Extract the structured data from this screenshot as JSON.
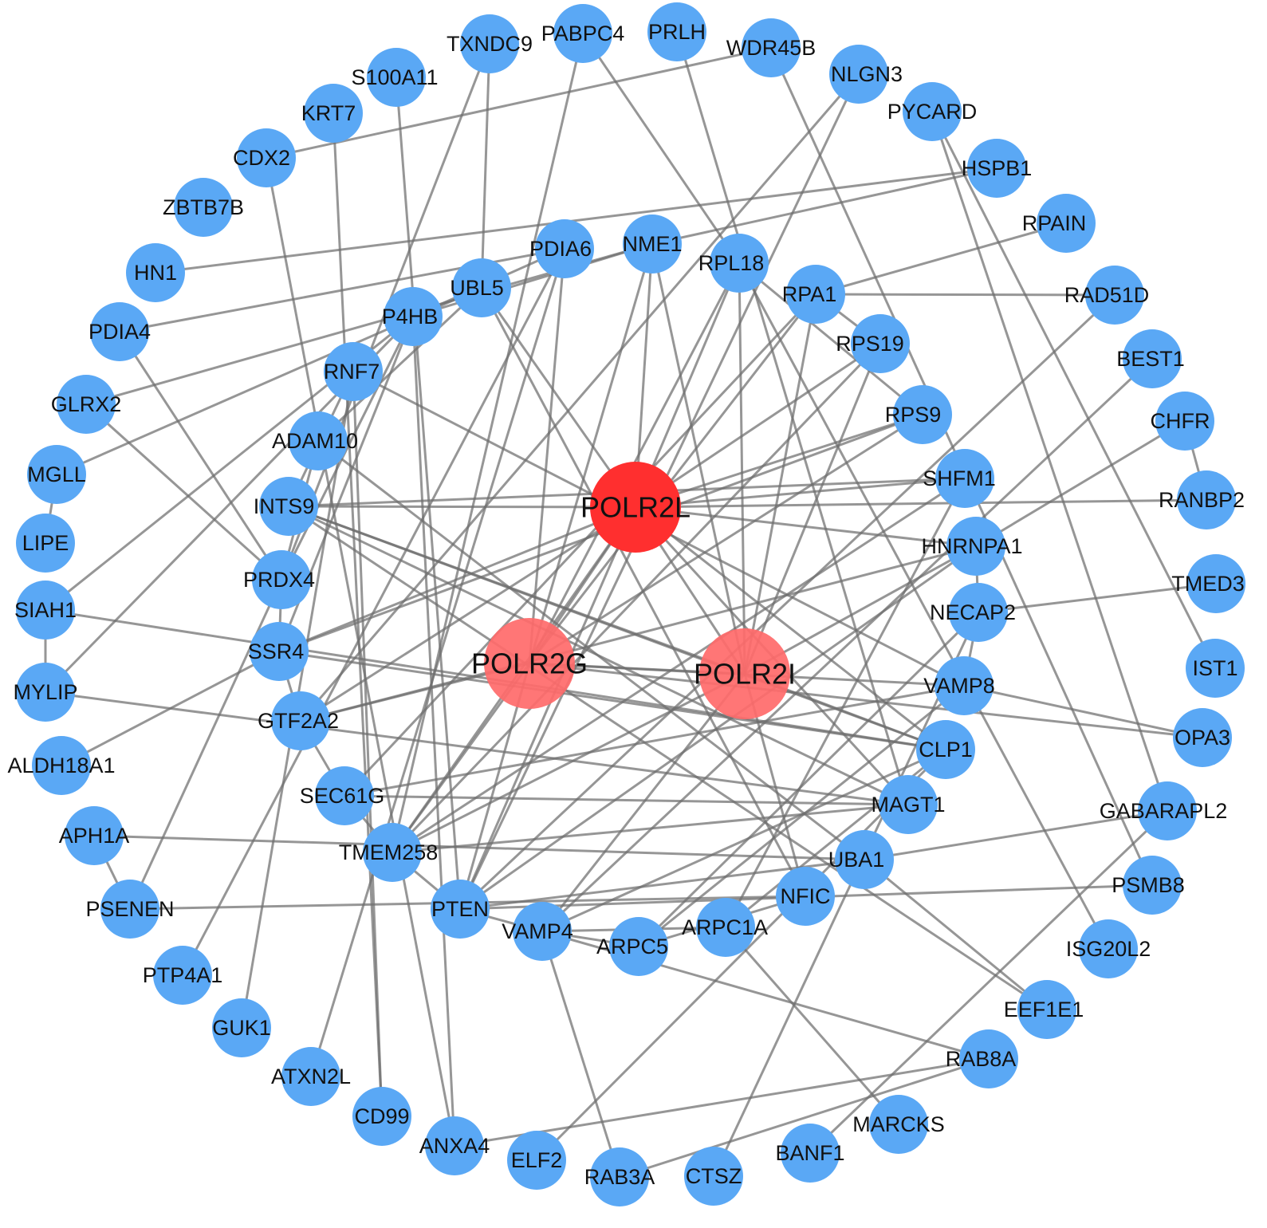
{
  "colors": {
    "hub": "#ff2f2f",
    "hub_light": "#ff6a6a",
    "node": "#5aa8f5",
    "edge": "#6e6e6e",
    "label": "#111111"
  },
  "hubs": [
    "POLR2L",
    "POLR2G",
    "POLR2I"
  ],
  "nodes": [
    "POLR2L",
    "POLR2G",
    "POLR2I",
    "TXNDC9",
    "PABPC4",
    "PRLH",
    "WDR45B",
    "NLGN3",
    "PYCARD",
    "HSPB1",
    "RPAIN",
    "RAD51D",
    "BEST1",
    "CHFR",
    "RANBP2",
    "TMED3",
    "IST1",
    "OPA3",
    "GABARAPL2",
    "PSMB8",
    "ISG20L2",
    "EEF1E1",
    "RAB8A",
    "MARCKS",
    "BANF1",
    "CTSZ",
    "RAB3A",
    "ELF2",
    "ANXA4",
    "CD99",
    "ATXN2L",
    "GUK1",
    "PTP4A1",
    "PSENEN",
    "APH1A",
    "ALDH18A1",
    "MYLIP",
    "SIAH1",
    "LIPE",
    "MGLL",
    "GLRX2",
    "PDIA4",
    "HN1",
    "ZBTB7B",
    "CDX2",
    "KRT7",
    "S100A11",
    "PDIA6",
    "NME1",
    "RPL18",
    "UBL5",
    "P4HB",
    "RPA1",
    "RPS19",
    "RNF7",
    "RPS9",
    "ADAM10",
    "SHFM1",
    "INTS9",
    "HNRNPA1",
    "PRDX4",
    "NECAP2",
    "SSR4",
    "VAMP8",
    "GTF2A2",
    "CLP1",
    "SEC61G",
    "MAGT1",
    "TMEM258",
    "UBA1",
    "NFIC",
    "PTEN",
    "ARPC1A",
    "VAMP4",
    "ARPC5"
  ],
  "edges": [
    [
      "POLR2L",
      "POLR2G"
    ],
    [
      "POLR2L",
      "POLR2I"
    ],
    [
      "POLR2G",
      "POLR2I"
    ],
    [
      "POLR2L",
      "NME1"
    ],
    [
      "POLR2L",
      "RPL18"
    ],
    [
      "POLR2L",
      "RPS9"
    ],
    [
      "POLR2L",
      "SHFM1"
    ],
    [
      "POLR2L",
      "INTS9"
    ],
    [
      "POLR2L",
      "HNRNPA1"
    ],
    [
      "POLR2L",
      "SSR4"
    ],
    [
      "POLR2L",
      "TMEM258"
    ],
    [
      "POLR2L",
      "CLP1"
    ],
    [
      "POLR2L",
      "PTEN"
    ],
    [
      "POLR2L",
      "RPS19"
    ],
    [
      "POLR2L",
      "GTF2A2"
    ],
    [
      "POLR2L",
      "MAGT1"
    ],
    [
      "POLR2L",
      "UBL5"
    ],
    [
      "POLR2G",
      "RPL18"
    ],
    [
      "POLR2G",
      "NME1"
    ],
    [
      "POLR2G",
      "RPA1"
    ],
    [
      "POLR2G",
      "RPS9"
    ],
    [
      "POLR2G",
      "PTEN"
    ],
    [
      "POLR2G",
      "GTF2A2"
    ],
    [
      "POLR2G",
      "VAMP8"
    ],
    [
      "POLR2G",
      "TMEM258"
    ],
    [
      "POLR2G",
      "PDIA6"
    ],
    [
      "POLR2I",
      "NME1"
    ],
    [
      "POLR2I",
      "RPL18"
    ],
    [
      "POLR2I",
      "RPA1"
    ],
    [
      "POLR2I",
      "RPS19"
    ],
    [
      "POLR2I",
      "CLP1"
    ],
    [
      "POLR2I",
      "VAMP4"
    ],
    [
      "POLR2I",
      "TMEM258"
    ],
    [
      "POLR2I",
      "INTS9"
    ],
    [
      "POLR2I",
      "HNRNPA1"
    ],
    [
      "POLR2I",
      "NFIC"
    ],
    [
      "TXNDC9",
      "UBL5"
    ],
    [
      "TXNDC9",
      "PRDX4"
    ],
    [
      "PABPC4",
      "RPL18"
    ],
    [
      "PABPC4",
      "TMEM258"
    ],
    [
      "PRLH",
      "MAGT1"
    ],
    [
      "WDR45B",
      "CDX2"
    ],
    [
      "NLGN3",
      "GTF2A2"
    ],
    [
      "NLGN3",
      "PTEN"
    ],
    [
      "PYCARD",
      "GABARAPL2"
    ],
    [
      "HSPB1",
      "HN1"
    ],
    [
      "HSPB1",
      "NME1"
    ],
    [
      "RPAIN",
      "RPA1"
    ],
    [
      "RAD51D",
      "RPA1"
    ],
    [
      "RAD51D",
      "PTEN"
    ],
    [
      "BEST1",
      "VAMP4"
    ],
    [
      "CHFR",
      "RANBP2"
    ],
    [
      "CHFR",
      "HNRNPA1"
    ],
    [
      "RANBP2",
      "POLR2L"
    ],
    [
      "TMED3",
      "NECAP2"
    ],
    [
      "IST1",
      "PYCARD"
    ],
    [
      "OPA3",
      "POLR2G"
    ],
    [
      "GABARAPL2",
      "UBA1"
    ],
    [
      "GABARAPL2",
      "BANF1"
    ],
    [
      "PSMB8",
      "PTEN"
    ],
    [
      "PSMB8",
      "WDR45B"
    ],
    [
      "ISG20L2",
      "RPL18"
    ],
    [
      "EEF1E1",
      "INTS9"
    ],
    [
      "RAB8A",
      "ANXA4"
    ],
    [
      "RAB8A",
      "RAB3A"
    ],
    [
      "RAB8A",
      "VAMP4"
    ],
    [
      "MARCKS",
      "ARPC1A"
    ],
    [
      "CTSZ",
      "NECAP2"
    ],
    [
      "RAB3A",
      "VAMP4"
    ],
    [
      "ELF2",
      "CLP1"
    ],
    [
      "ANXA4",
      "P4HB"
    ],
    [
      "CD99",
      "RNF7"
    ],
    [
      "ATXN2L",
      "PDIA6"
    ],
    [
      "GUK1",
      "RNF7"
    ],
    [
      "PTP4A1",
      "PDIA6"
    ],
    [
      "PSENEN",
      "NFIC"
    ],
    [
      "PSENEN",
      "PRDX4"
    ],
    [
      "APH1A",
      "PSENEN"
    ],
    [
      "APH1A",
      "UBA1"
    ],
    [
      "ALDH18A1",
      "SSR4"
    ],
    [
      "MYLIP",
      "SIAH1"
    ],
    [
      "MYLIP",
      "MAGT1"
    ],
    [
      "MYLIP",
      "P4HB"
    ],
    [
      "SIAH1",
      "CLP1"
    ],
    [
      "SIAH1",
      "P4HB"
    ],
    [
      "LIPE",
      "MGLL"
    ],
    [
      "MGLL",
      "UBL5"
    ],
    [
      "GLRX2",
      "NME1"
    ],
    [
      "GLRX2",
      "PRDX4"
    ],
    [
      "PDIA4",
      "PDIA6"
    ],
    [
      "PDIA4",
      "PRDX4"
    ],
    [
      "KRT7",
      "CD99"
    ],
    [
      "CDX2",
      "ANXA4"
    ],
    [
      "S100A11",
      "PTEN"
    ],
    [
      "PDIA6",
      "P4HB"
    ],
    [
      "NME1",
      "P4HB"
    ],
    [
      "RPL18",
      "RPS9"
    ],
    [
      "UBL5",
      "ADAM10"
    ],
    [
      "UBL5",
      "NFIC"
    ],
    [
      "P4HB",
      "SSR4"
    ],
    [
      "P4HB",
      "PRDX4"
    ],
    [
      "RPA1",
      "RPS19"
    ],
    [
      "RPA1",
      "SEC61G"
    ],
    [
      "RPS19",
      "TMEM258"
    ],
    [
      "RNF7",
      "VAMP8"
    ],
    [
      "RNF7",
      "INTS9"
    ],
    [
      "RPS9",
      "SSR4"
    ],
    [
      "ADAM10",
      "UBA1"
    ],
    [
      "ADAM10",
      "PRDX4"
    ],
    [
      "SHFM1",
      "INTS9"
    ],
    [
      "SHFM1",
      "TMEM258"
    ],
    [
      "SHFM1",
      "ARPC1A"
    ],
    [
      "INTS9",
      "CLP1"
    ],
    [
      "INTS9",
      "MAGT1"
    ],
    [
      "HNRNPA1",
      "NECAP2"
    ],
    [
      "HNRNPA1",
      "PTEN"
    ],
    [
      "HNRNPA1",
      "GTF2A2"
    ],
    [
      "PRDX4",
      "SSR4"
    ],
    [
      "NECAP2",
      "VAMP8"
    ],
    [
      "NECAP2",
      "ARPC5"
    ],
    [
      "SSR4",
      "CLP1"
    ],
    [
      "SSR4",
      "GTF2A2"
    ],
    [
      "VAMP8",
      "SEC61G"
    ],
    [
      "VAMP8",
      "ARPC5"
    ],
    [
      "VAMP8",
      "OPA3"
    ],
    [
      "GTF2A2",
      "SEC61G"
    ],
    [
      "CLP1",
      "VAMP4"
    ],
    [
      "CLP1",
      "ARPC1A"
    ],
    [
      "SEC61G",
      "MAGT1"
    ],
    [
      "SEC61G",
      "TMEM258"
    ],
    [
      "TMEM258",
      "MAGT1"
    ],
    [
      "TMEM258",
      "PTEN"
    ],
    [
      "UBA1",
      "PTEN"
    ],
    [
      "UBA1",
      "EEF1E1"
    ],
    [
      "NFIC",
      "ARPC5"
    ],
    [
      "PTEN",
      "VAMP4"
    ],
    [
      "ARPC1A",
      "VAMP4"
    ],
    [
      "VAMP4",
      "ARPC5"
    ]
  ]
}
